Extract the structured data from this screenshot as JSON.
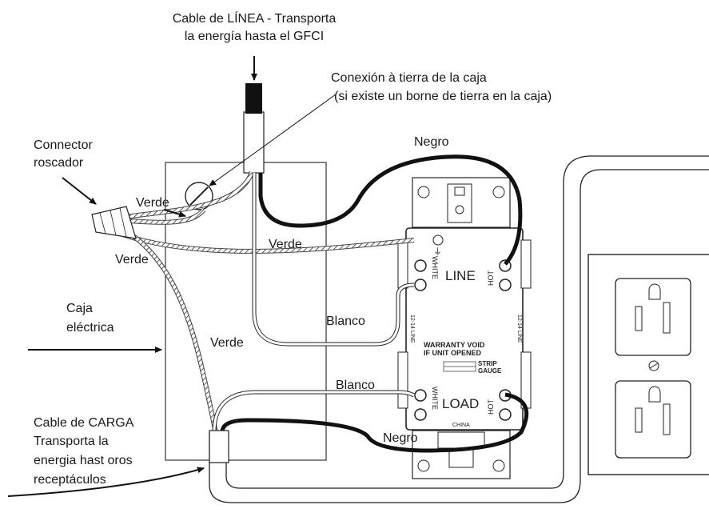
{
  "labels": {
    "line_cable_1": "Cable de LÍNEA - Transporta",
    "line_cable_2": "la energía hasta el GFCI",
    "box_ground_1": "Conexión à tierra de la caja",
    "box_ground_2": "(si existe un borne de tierra en la caja)",
    "connector_1": "Connector",
    "connector_2": "roscador",
    "negro_top": "Negro",
    "verde_1": "Verde",
    "verde_2": "Verde",
    "verde_3": "Verde",
    "verde_4": "Verde",
    "box_1": "Caja",
    "box_2": "eléctrica",
    "blanco_1": "Blanco",
    "blanco_2": "Blanco",
    "negro_bottom": "Negro",
    "load_cable_1": "Cable de CARGA",
    "load_cable_2": "Transporta la",
    "load_cable_3": "energia hast oros",
    "load_cable_4": "receptáculos"
  },
  "gfci": {
    "line": "LINE",
    "load": "LOAD",
    "white_top": "WHITE",
    "hot_top": "HOT",
    "white_bottom": "WHITE",
    "hot_bottom": "HOT",
    "gauge_left": "12-14 LINE",
    "gauge_right": "12-14 LINE",
    "warranty_1": "WARRANTY VOID",
    "warranty_2": "IF UNIT OPENED",
    "strip_1": "STRIP",
    "strip_2": "GAUGE",
    "origin": "CHINA"
  },
  "colors": {
    "wire_black": "#111111",
    "ground_hatch": "#555555",
    "outline": "#222222"
  }
}
